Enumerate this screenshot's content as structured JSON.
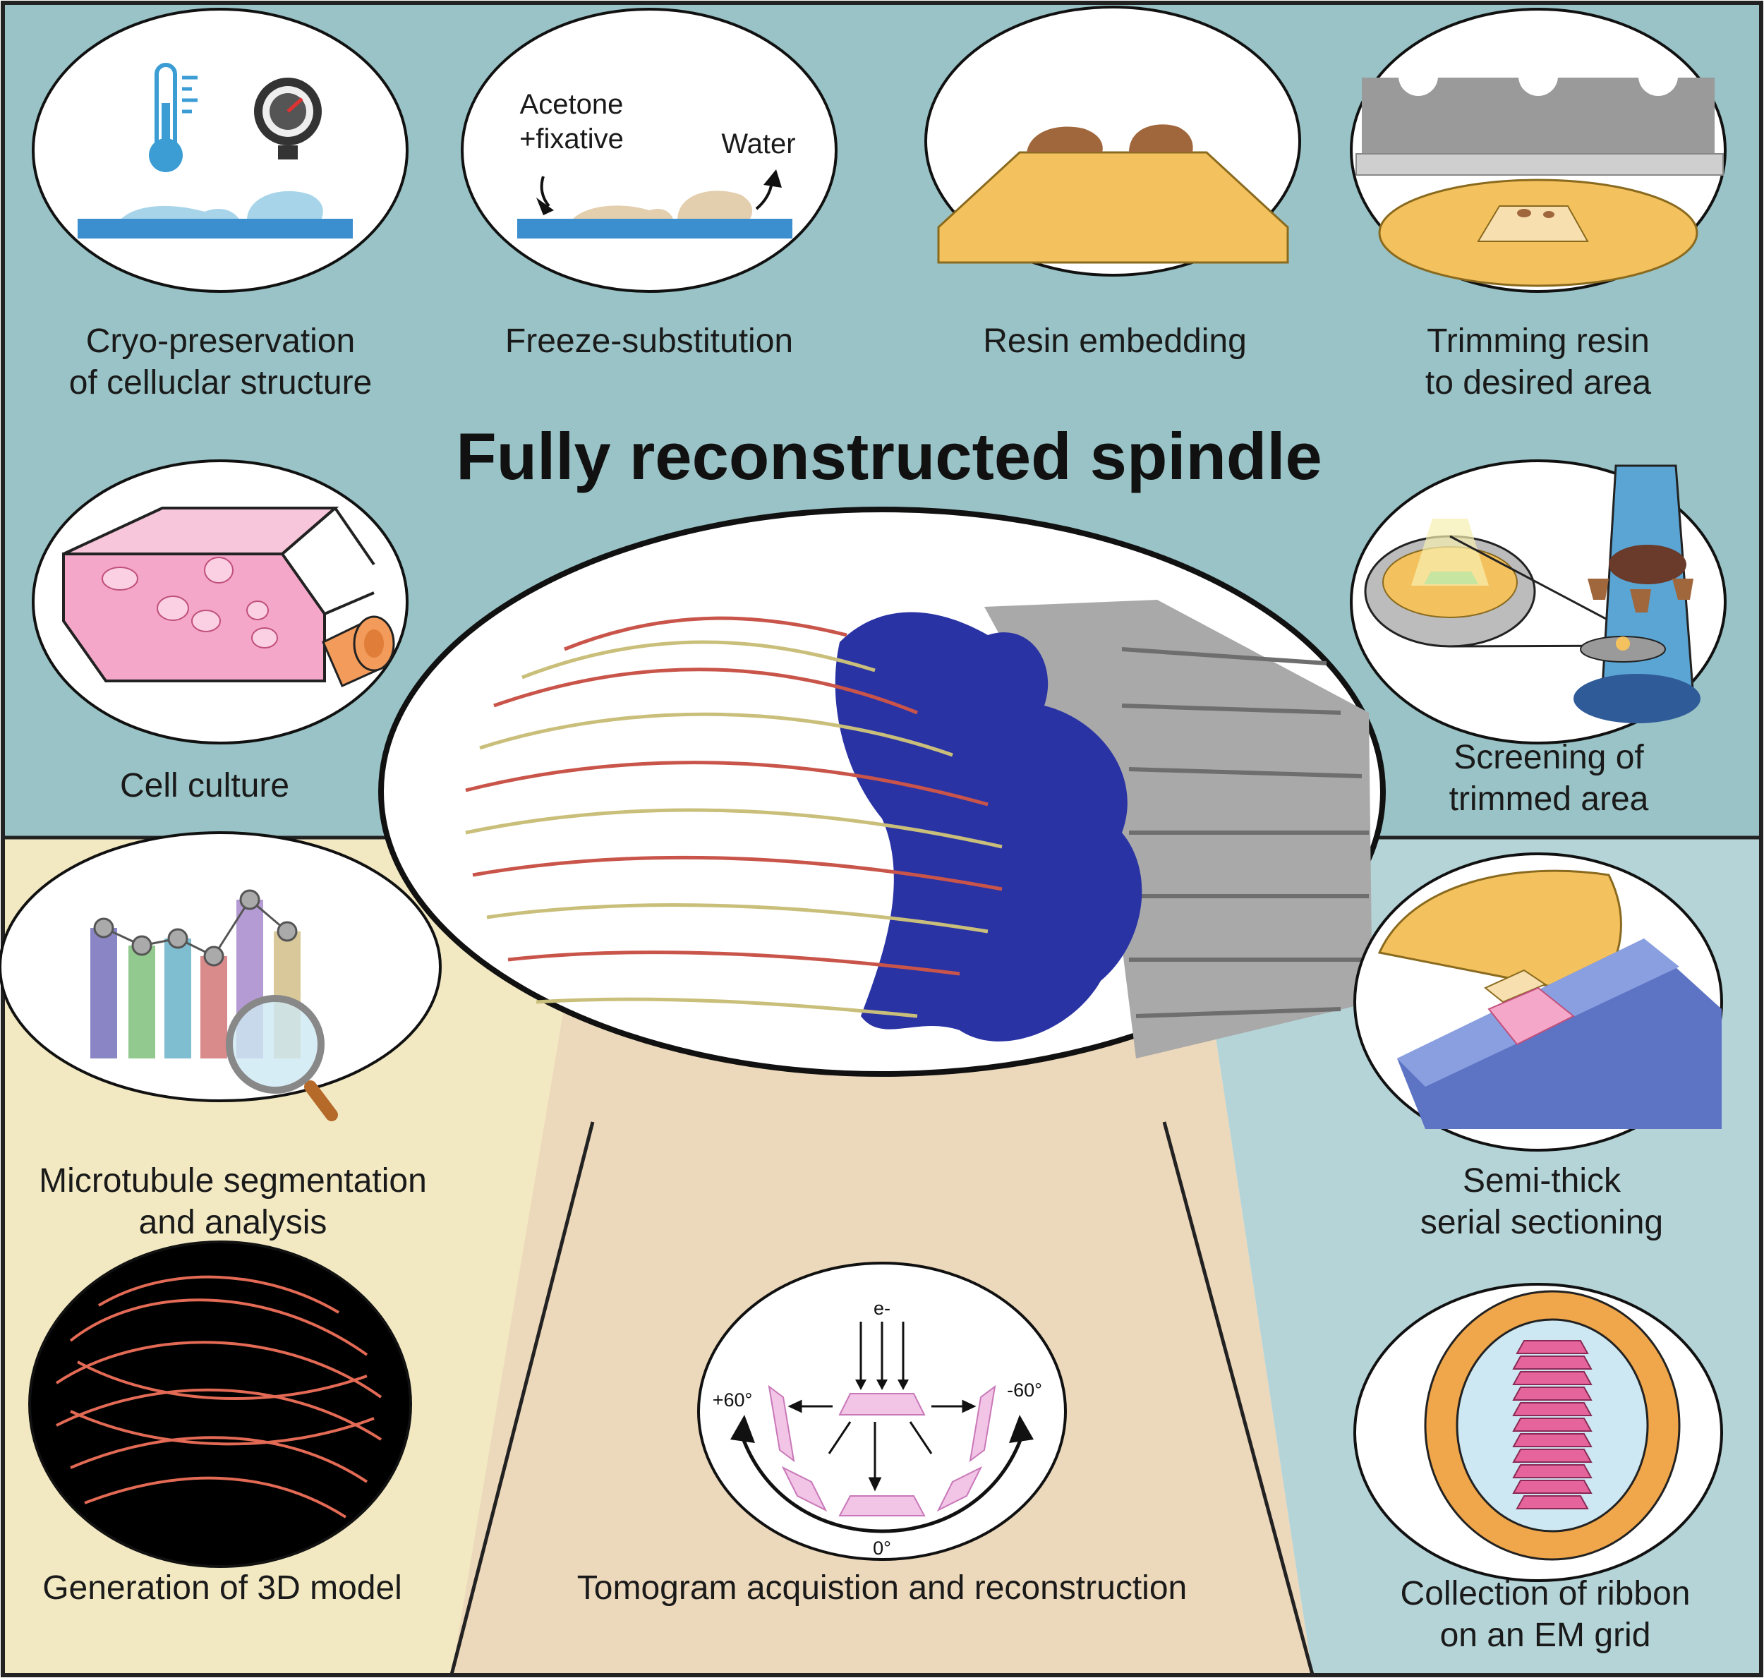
{
  "title": "Fully reconstructed spindle",
  "steps": {
    "cryo": {
      "line1": "Cryo-preservation",
      "line2": "of celluclar structure"
    },
    "freeze": {
      "caption": "Freeze-substitution",
      "acetone_line1": "Acetone",
      "acetone_line2": "+fixative",
      "water": "Water"
    },
    "resin": {
      "caption": "Resin embedding"
    },
    "trimming": {
      "line1": "Trimming resin",
      "line2": "to desired area"
    },
    "culture": {
      "caption": "Cell culture"
    },
    "screening": {
      "line1": "Screening of",
      "line2": "trimmed area"
    },
    "segmentation": {
      "line1": "Microtubule segmentation",
      "line2": "and analysis"
    },
    "sectioning": {
      "line1": "Semi-thick",
      "line2": "serial sectioning"
    },
    "model": {
      "caption": "Generation of 3D model"
    },
    "tomogram": {
      "caption": "Tomogram acquistion and reconstruction",
      "electron": "e-",
      "angle_plus": "+60°",
      "angle_minus": "-60°",
      "angle_zero": "0°"
    },
    "ribbon": {
      "line1": "Collection of ribbon",
      "line2": "on an EM grid"
    }
  },
  "colors": {
    "top_panel": "#99c3c6",
    "left_panel": "#f2e9c2",
    "middle_panel": "#ecd8bb",
    "right_panel": "#b5d4d8",
    "border": "#222222",
    "blue_slide": "#3b8fcf",
    "resin_orange": "#f3c25e",
    "pink": "#e5649b",
    "spindle_blue": "#2a33a3",
    "microtubule_red": "#c9544a",
    "microtubule_yellow": "#c9bf7a"
  }
}
